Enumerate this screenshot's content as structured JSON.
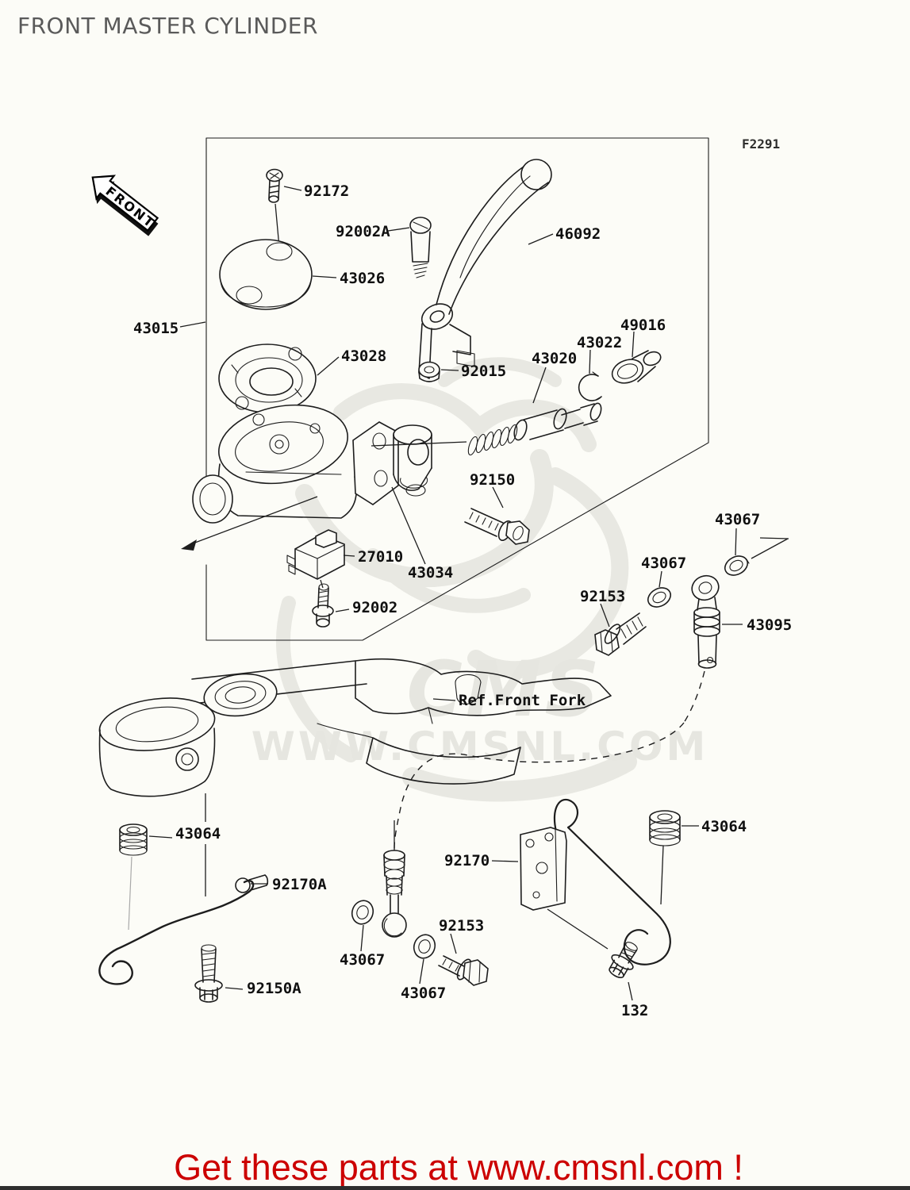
{
  "page": {
    "title": "FRONT MASTER CYLINDER",
    "figure_code": "F2291",
    "front_arrow_label": "FRONT",
    "footer_text": "Get these parts at www.cmsnl.com !"
  },
  "colors": {
    "background": "#fcfcf7",
    "line": "#1d1d1d",
    "title_gray": "#5a5a5a",
    "footer_red": "#cc0000",
    "watermark_gray": "#e6e6e0"
  },
  "watermark": {
    "brand": "CMS",
    "url": "WWW.CMSNL.COM"
  },
  "reference_note": "Ref.Front Fork",
  "labels": [
    {
      "part": "reservoir-cap-screw",
      "text": "92172"
    },
    {
      "part": "lever-pivot-bolt",
      "text": "92002A"
    },
    {
      "part": "brake-lever",
      "text": "46092"
    },
    {
      "part": "reservoir-cap",
      "text": "43026"
    },
    {
      "part": "master-cylinder-assembly",
      "text": "43015"
    },
    {
      "part": "diaphragm-plate",
      "text": "43028"
    },
    {
      "part": "pivot-locknut",
      "text": "92015"
    },
    {
      "part": "piston-assembly",
      "text": "43020"
    },
    {
      "part": "circlip",
      "text": "43022"
    },
    {
      "part": "dust-boot",
      "text": "49016"
    },
    {
      "part": "clamp-bolt",
      "text": "92150"
    },
    {
      "part": "brake-switch",
      "text": "27010"
    },
    {
      "part": "handlebar-clamp",
      "text": "43034"
    },
    {
      "part": "switch-screw",
      "text": "92002"
    },
    {
      "part": "washer-upper-right",
      "text": "43067"
    },
    {
      "part": "washer-middle",
      "text": "43067"
    },
    {
      "part": "banjo-bolt-right",
      "text": "92153"
    },
    {
      "part": "brake-hose",
      "text": "43095"
    },
    {
      "part": "grommet-left",
      "text": "43064"
    },
    {
      "part": "spring-hook",
      "text": "92170A"
    },
    {
      "part": "grommet-right",
      "text": "43064"
    },
    {
      "part": "hose-bracket",
      "text": "92170"
    },
    {
      "part": "washer-lower-left",
      "text": "43067"
    },
    {
      "part": "washer-lower-middle",
      "text": "43067"
    },
    {
      "part": "banjo-bolt-lower",
      "text": "92153"
    },
    {
      "part": "flange-bolt",
      "text": "92150A"
    },
    {
      "part": "bracket-bolt",
      "text": "132"
    }
  ]
}
